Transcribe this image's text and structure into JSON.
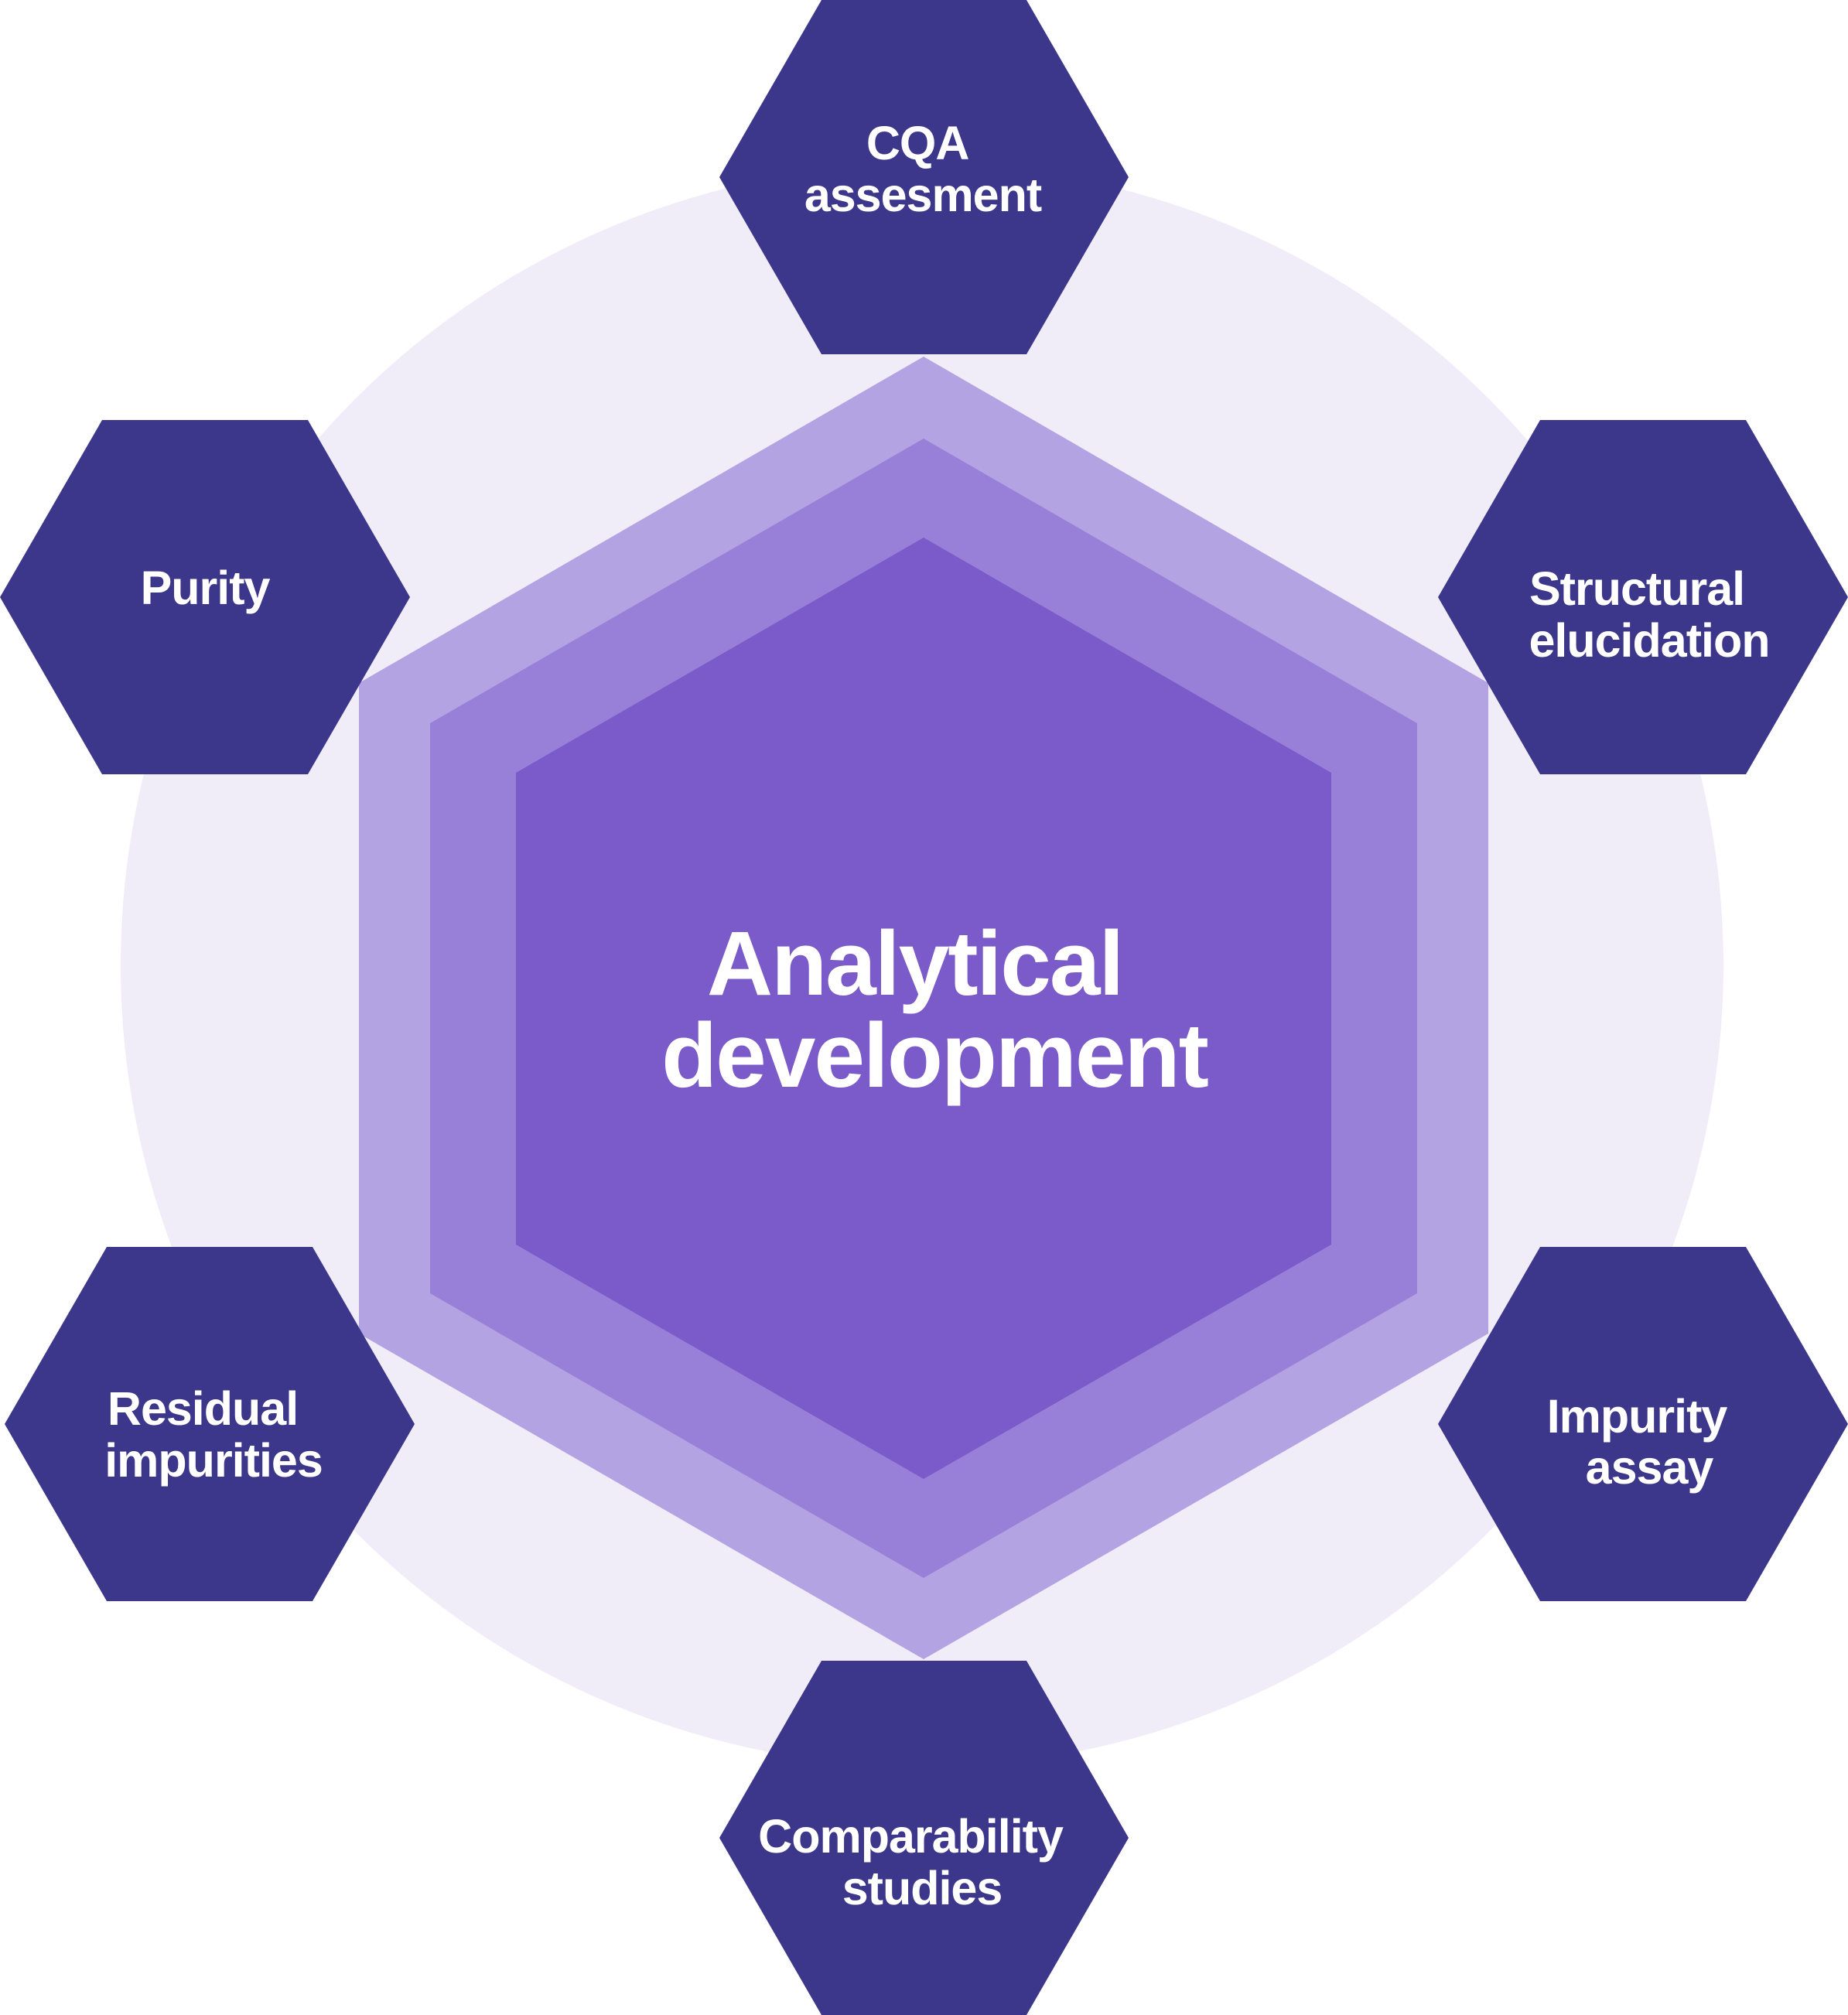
{
  "colors": {
    "background_circle": "#F0EDF8",
    "outer_hexagon": "#B4A3E2",
    "middle_hexagon": "#9880D8",
    "inner_hexagon": "#7B5AC9",
    "satellite_hexagon": "#3C378B",
    "label_text": "#FFFFFF"
  },
  "center": {
    "line1": "Analytical",
    "line2": "development"
  },
  "satellites": [
    {
      "id": "cqa",
      "line1": "CQA",
      "line2": "assesment"
    },
    {
      "id": "structural",
      "line1": "Structural",
      "line2": "elucidation"
    },
    {
      "id": "impurity-assay",
      "line1": "Impurity",
      "line2": "assay"
    },
    {
      "id": "comparability",
      "line1": "Comparability",
      "line2": "studies"
    },
    {
      "id": "residual",
      "line1": "Residual",
      "line2": "impurities"
    },
    {
      "id": "purity",
      "line1": "Purity",
      "line2": ""
    }
  ]
}
